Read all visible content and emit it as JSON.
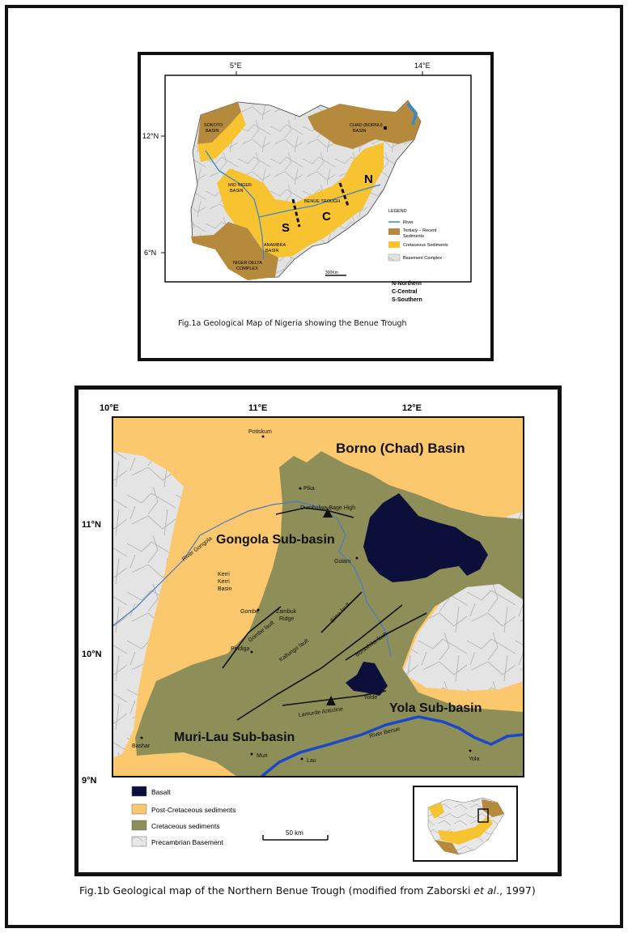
{
  "fig1a": {
    "caption": "Fig.1a Geological Map of Nigeria showing the Benue Trough",
    "lon_labels": [
      "5°E",
      "14°E"
    ],
    "lat_labels": [
      "12°N",
      "6°N"
    ],
    "basins": [
      "SOKOTO",
      "BASIN",
      "CHAD (BORNU)",
      "BASIN",
      "MID NIGER",
      "BASIN",
      "BENUE TROUGH",
      "ANAMBRA",
      "BASIN",
      "NIGER DELTA",
      "COMPLEX"
    ],
    "sections": [
      "S",
      "C",
      "N"
    ],
    "legend_title": "LEGEND",
    "legend_items": [
      "River",
      "Tertiary – Recent",
      "Sediments",
      "Cretaceous Sediments",
      "Basement Complex"
    ],
    "scale": "300Km",
    "key": [
      "N-Northern",
      "C-Central",
      "S-Southern"
    ],
    "colors": {
      "tertiary": "#b58a3c",
      "cretaceous": "#f7c331",
      "basement": "#dcdcdc",
      "river": "#3e86c6"
    }
  },
  "fig1b": {
    "caption_prefix": "Fig.1b Geological map of the Northern Benue Trough (modified from Zaborski ",
    "caption_italic": "et al",
    "caption_suffix": "., 1997)",
    "lon_labels": [
      "10°E",
      "11°E",
      "12°E"
    ],
    "lat_labels": [
      "11°N",
      "10°N",
      "9°N"
    ],
    "regions": [
      "Borno (Chad) Basin",
      "Gongola Sub-basin",
      "Yola Sub-basin",
      "Muri-Lau Sub-basin"
    ],
    "places": [
      "Potiskum",
      "Pika",
      "Dumbulwa-Bage High",
      "Gulani",
      "Kerri",
      "Kerri",
      "Basin",
      "Gombe",
      "Zambuk",
      "Ridge",
      "Pindiga",
      "Yolde",
      "Bashar",
      "Muri",
      "Lau",
      "Yola",
      "River Gongola",
      "River Benue",
      "Gombe fault",
      "Kaltungo fault",
      "Bima fault",
      "Burashika fault",
      "Lamurde Anticline"
    ],
    "legend_items": [
      "Basalt",
      "Post-Cretaceous sediments",
      "Cretaceous sediments",
      "Precambrian Basement"
    ],
    "scale": "50 km",
    "colors": {
      "basalt": "#0b0f3a",
      "post_cretaceous": "#fcc86e",
      "cretaceous": "#8e8e58",
      "basement": "#e4e4e4",
      "river_benue": "#1b47c9",
      "river_gongola": "#4a7ac2"
    }
  }
}
